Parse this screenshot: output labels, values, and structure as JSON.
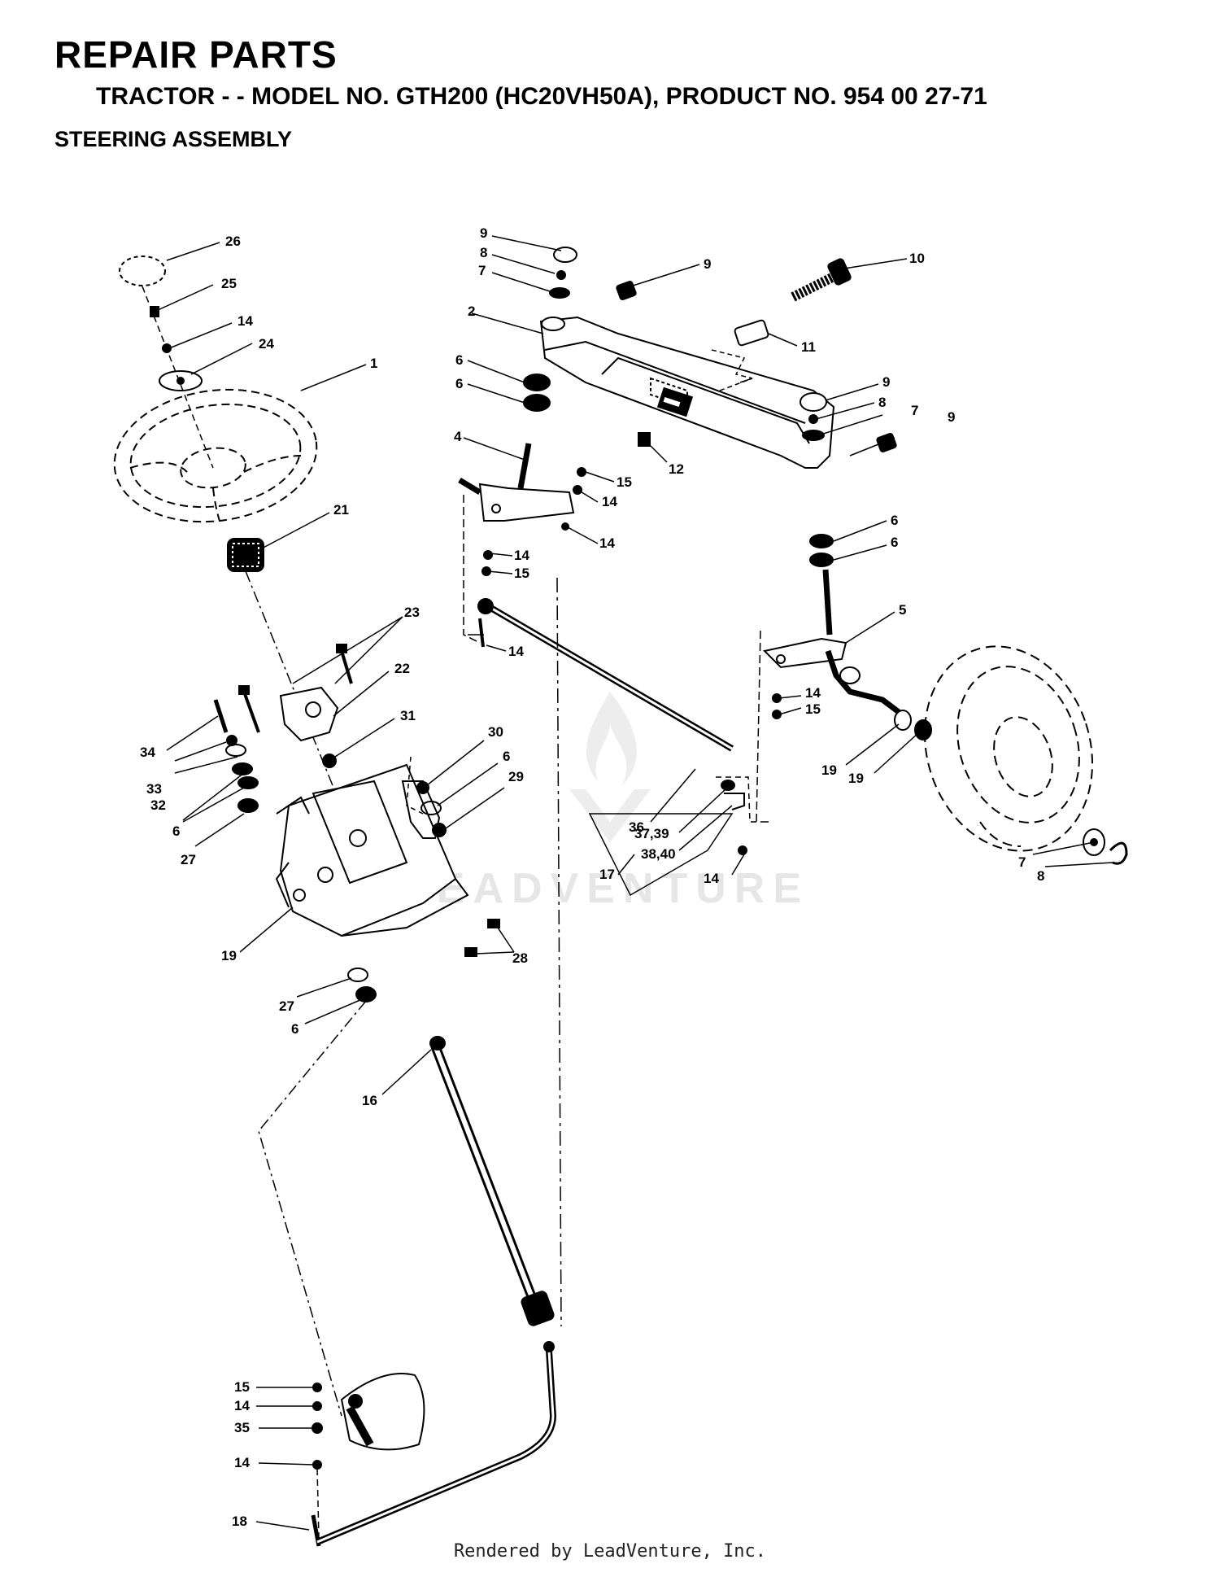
{
  "header": {
    "title": "REPAIR PARTS",
    "subtitle": "TRACTOR - - MODEL NO. GTH200 (HC20VH50A), PRODUCT NO. 954 00 27-71",
    "section": "STEERING ASSEMBLY"
  },
  "watermark": {
    "text": "LEADVENTURE"
  },
  "footer": {
    "text": "Rendered by LeadVenture, Inc."
  },
  "callouts": [
    {
      "label": "26"
    },
    {
      "label": "25"
    },
    {
      "label": "14"
    },
    {
      "label": "24"
    },
    {
      "label": "1"
    },
    {
      "label": "21"
    },
    {
      "label": "23"
    },
    {
      "label": "22"
    },
    {
      "label": "31"
    },
    {
      "label": "34"
    },
    {
      "label": "33"
    },
    {
      "label": "32"
    },
    {
      "label": "6"
    },
    {
      "label": "27"
    },
    {
      "label": "30"
    },
    {
      "label": "6"
    },
    {
      "label": "29"
    },
    {
      "label": "19"
    },
    {
      "label": "28"
    },
    {
      "label": "27"
    },
    {
      "label": "6"
    },
    {
      "label": "16"
    },
    {
      "label": "15"
    },
    {
      "label": "14"
    },
    {
      "label": "35"
    },
    {
      "label": "14"
    },
    {
      "label": "18"
    },
    {
      "label": "9"
    },
    {
      "label": "8"
    },
    {
      "label": "7"
    },
    {
      "label": "9"
    },
    {
      "label": "10"
    },
    {
      "label": "2"
    },
    {
      "label": "11"
    },
    {
      "label": "6"
    },
    {
      "label": "6"
    },
    {
      "label": "4"
    },
    {
      "label": "12"
    },
    {
      "label": "15"
    },
    {
      "label": "14"
    },
    {
      "label": "14"
    },
    {
      "label": "14"
    },
    {
      "label": "15"
    },
    {
      "label": "14"
    },
    {
      "label": "9"
    },
    {
      "label": "8"
    },
    {
      "label": "7"
    },
    {
      "label": "9"
    },
    {
      "label": "6"
    },
    {
      "label": "6"
    },
    {
      "label": "5"
    },
    {
      "label": "14"
    },
    {
      "label": "15"
    },
    {
      "label": "19"
    },
    {
      "label": "19"
    },
    {
      "label": "36"
    },
    {
      "label": "37,39"
    },
    {
      "label": "38,40"
    },
    {
      "label": "17"
    },
    {
      "label": "14"
    },
    {
      "label": "7"
    },
    {
      "label": "8"
    }
  ]
}
